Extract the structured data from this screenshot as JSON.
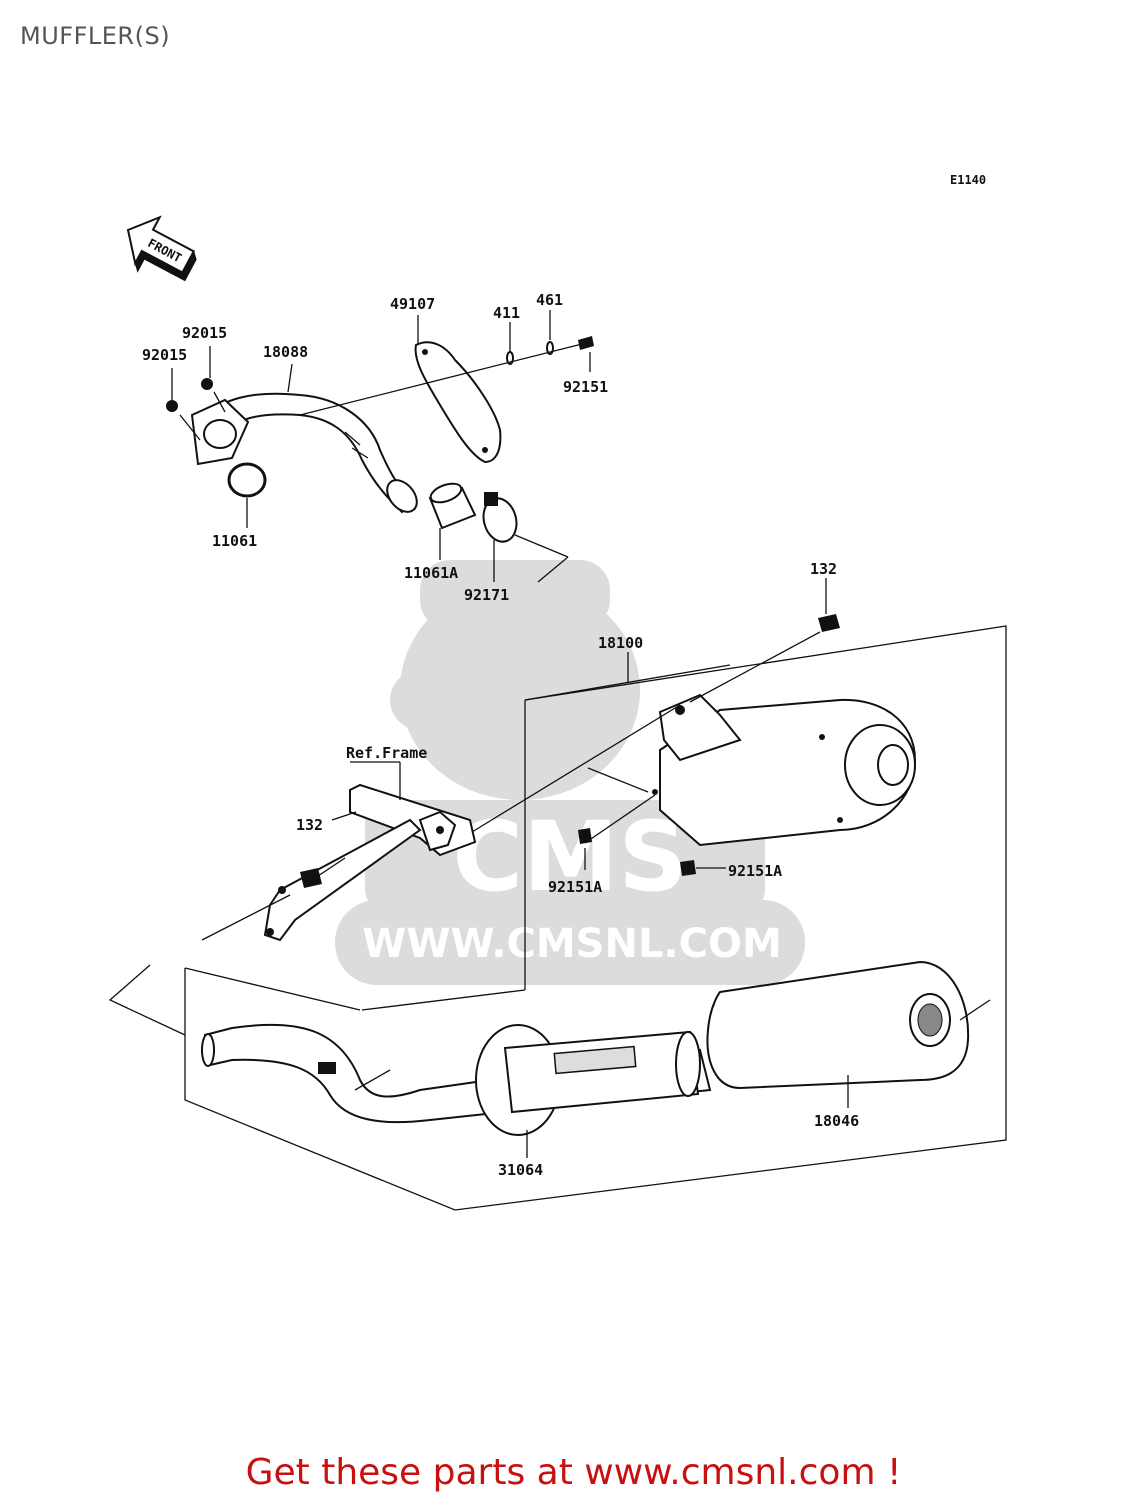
{
  "title": "MUFFLER(S)",
  "diagram_code": "E1140",
  "front_label": "FRONT",
  "watermark_text": "WWW.CMSNL.COM",
  "watermark_logo": "CMS",
  "ref_label": "Ref.Frame",
  "part_labels": {
    "p49107": "49107",
    "p411": "411",
    "p461": "461",
    "p92151": "92151",
    "p92015a": "92015",
    "p92015b": "92015",
    "p18088": "18088",
    "p11061": "11061",
    "p11061A": "11061A",
    "p92171": "92171",
    "p132a": "132",
    "p18100": "18100",
    "p132b": "132",
    "p92151A_a": "92151A",
    "p92151A_b": "92151A",
    "p18046": "18046",
    "p31064": "31064"
  },
  "footer": "Get these parts at www.cmsnl.com !",
  "colors": {
    "footer": "#c81010",
    "title": "#555555",
    "watermark": "#dcdcdc"
  }
}
